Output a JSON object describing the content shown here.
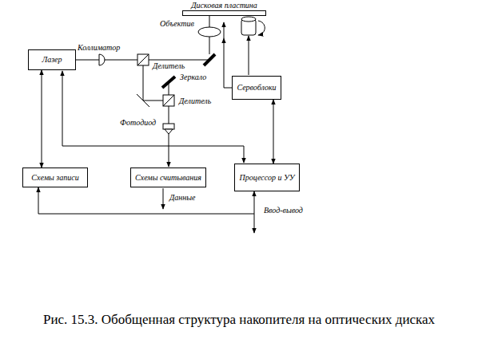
{
  "diagram": {
    "caption": "Рис. 15.3. Обобщенная структура накопителя на оптических дисках",
    "nodes": [
      {
        "text": [
          "Дисковая пластина"
        ]
      },
      {
        "text": [
          "Лазер"
        ]
      },
      {
        "text": [
          "Сервоблоки"
        ]
      },
      {
        "text": [
          "Схемы записи"
        ]
      },
      {
        "text": [
          "Схемы считывания"
        ]
      },
      {
        "text": [
          "Процессор и УУ"
        ]
      }
    ],
    "edges": [
      {
        "from": 1,
        "to": 3,
        "arrow": "both"
      },
      {
        "from": 2,
        "to": 5,
        "arrow": "both"
      },
      {
        "from": 3,
        "to": 5,
        "arrow": "both"
      }
    ],
    "labels": [
      "Объектив",
      "Коллиматор",
      "Делитель",
      "Зеркало",
      "Делитель",
      "Фотодиод",
      "Данные",
      "Ввод-вывод"
    ]
  }
}
